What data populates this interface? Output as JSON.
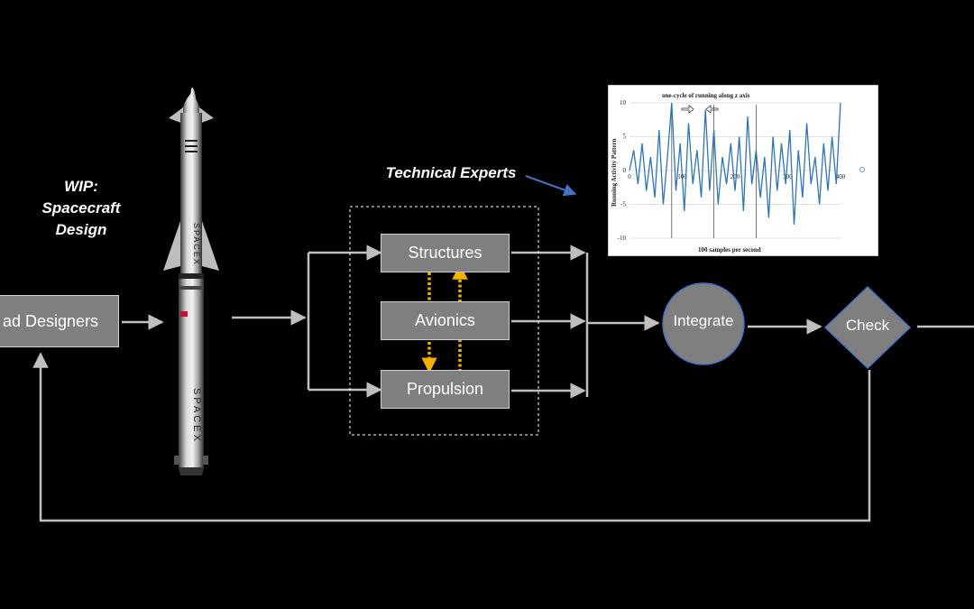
{
  "caption_wip": {
    "line1": "WIP:",
    "line2": "Spacecraft",
    "line3": "Design"
  },
  "caption_experts": "Technical Experts",
  "nodes": {
    "lead": "ad Designers",
    "structures": "Structures",
    "avionics": "Avionics",
    "propulsion": "Propulsion",
    "integrate": "Integrate",
    "check": "Check"
  },
  "rocket": {
    "brand": "SPACEX"
  },
  "colors": {
    "box": "#7f7f7f",
    "flow": "#bfbfbf",
    "dotted": "#f5b000",
    "signal": "#2e75b6",
    "arrow_blue": "#4472c4"
  },
  "chart_data": {
    "type": "line",
    "title": "one-cycle of running along z axis",
    "xlabel": "100 samples per second",
    "ylabel": "Running Activity Pattern",
    "xlim": [
      0,
      400
    ],
    "ylim": [
      -10,
      10
    ],
    "xticks": [
      "0",
      "100",
      "200",
      "300",
      "400"
    ],
    "yticks": [
      "10",
      "5",
      "0",
      "-5",
      "-10"
    ],
    "series": [
      {
        "x": [
          0,
          8,
          16,
          24,
          32,
          40,
          48,
          56,
          64,
          72,
          80,
          88,
          96,
          104,
          112,
          120,
          128,
          136,
          144,
          152,
          160,
          168,
          176,
          184,
          192,
          200,
          208,
          216,
          224,
          232,
          240,
          248,
          256,
          264,
          272,
          280,
          288,
          296,
          304,
          312,
          320,
          328,
          336,
          344,
          352,
          360,
          368,
          376,
          384,
          392,
          400
        ],
        "values": [
          0,
          3,
          -2,
          4,
          -3,
          2,
          -4,
          6,
          -5,
          2,
          10,
          -3,
          4,
          -6,
          7,
          -2,
          3,
          -4,
          9,
          -3,
          6,
          -5,
          2,
          -2,
          4,
          -3,
          5,
          -6,
          8,
          -2,
          3,
          -4,
          2,
          -7,
          5,
          -3,
          4,
          -2,
          6,
          -8,
          3,
          -4,
          7,
          -2,
          2,
          -5,
          4,
          -3,
          5,
          -2,
          10
        ]
      }
    ]
  }
}
